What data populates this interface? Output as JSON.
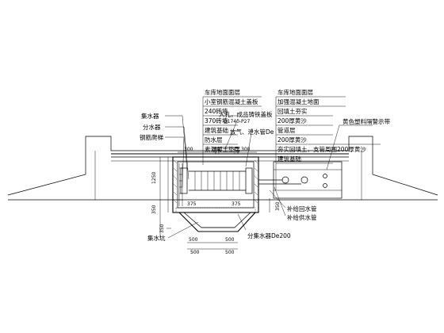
{
  "right_labels": [
    {
      "text": "车库地面面层"
    },
    {
      "text": "小室钢筋混凝土盖板"
    },
    {
      "text": "240砖墙"
    },
    {
      "text": "370砖墙"
    },
    {
      "text": "建筑基础"
    },
    {
      "text": "防水层"
    },
    {
      "text": "素混凝土垫层"
    }
  ],
  "far_right_labels": [
    {
      "text": "车库地面面层"
    },
    {
      "text": "加强混凝土地面"
    },
    {
      "text": "回填土夯实"
    },
    {
      "text": "200厚黄沙"
    },
    {
      "text": "管道层"
    },
    {
      "text": "200厚黄沙"
    },
    {
      "text": "夯实回填土，支管周围200厚黄沙"
    },
    {
      "text": "建筑基础"
    }
  ],
  "side_label": "黄色塑料隔警示带",
  "left_labels": [
    {
      "text": "集水器"
    },
    {
      "text": "分水器"
    },
    {
      "text": "钢筋爬梯"
    }
  ],
  "manhole_label": "人孔，成品铸铁盖板",
  "manhole_code": "D1740-P27",
  "drain_label": "放气、泄水管De",
  "dimension_labels": {
    "top_left": "300",
    "top_mid": "700",
    "top_right": "300",
    "height_main": "1250",
    "height_low_a": "350",
    "height_low_b": "350",
    "pipe_a": "375",
    "pipe_b": "375",
    "bottom_a": "500",
    "bottom_b": "500",
    "bottom_c": "500",
    "bottom_d": "500",
    "right_v": "350"
  },
  "bottom_labels": {
    "sump": "集水坑",
    "drain_pipe": "分集水器De200",
    "supply_pipe": "补给回水管",
    "return_pipe": "补给供水管"
  }
}
